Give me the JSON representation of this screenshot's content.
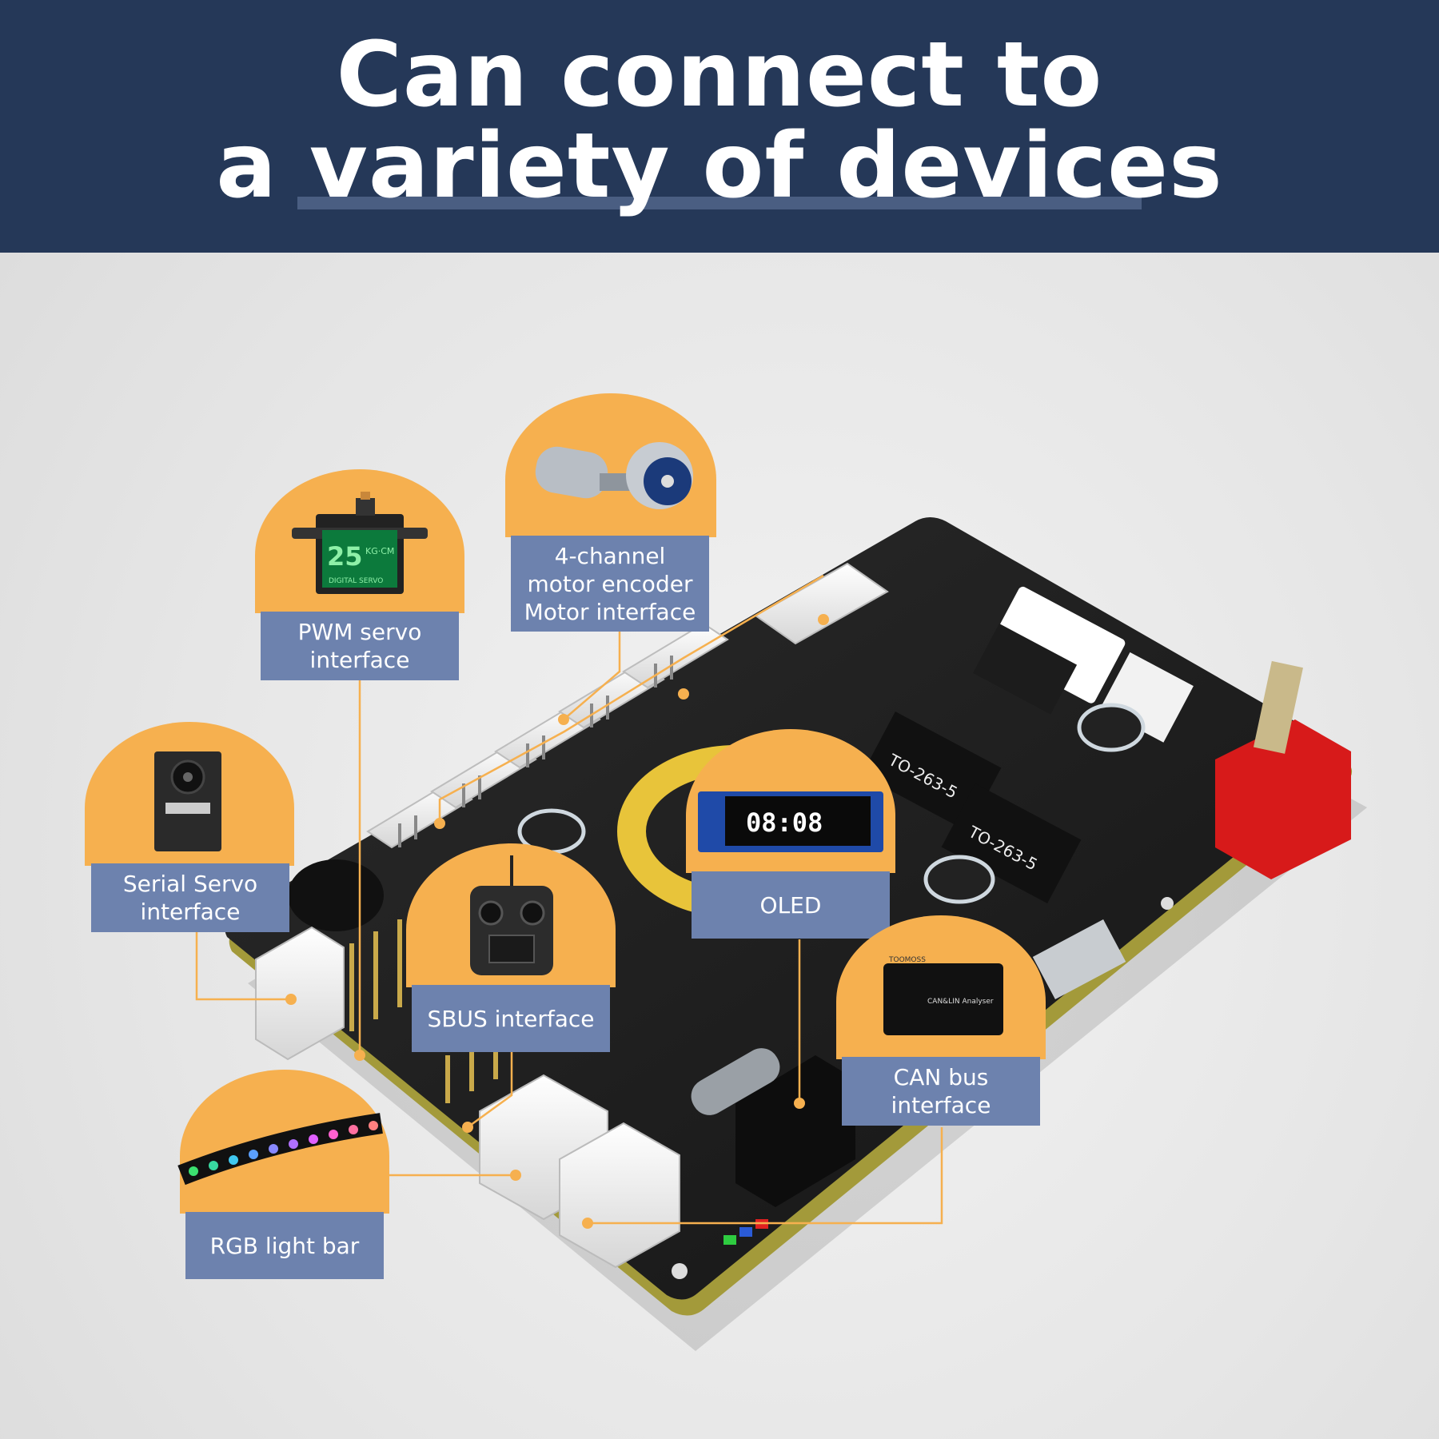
{
  "header": {
    "title_line1": "Can connect to",
    "title_line2": "a variety of devices",
    "background_color": "#253858"
  },
  "accent_color": "#f6b04f",
  "label_color": "#6d82ae",
  "board": {
    "chip_marking_1": "TO-263-5",
    "chip_marking_2": "TO-263-5",
    "oled_display_text": "08:08",
    "can_device_brand": "TOOMOSS",
    "can_device_label": "CAN&LIN  Analyser",
    "servo_torque_number": "25",
    "servo_torque_unit": "KG·CM",
    "servo_type_text": "DIGITAL SERVO"
  },
  "callouts": [
    {
      "id": "pwm",
      "label": "PWM servo\ninterface",
      "icon": "pwm-servo-icon"
    },
    {
      "id": "motor",
      "label": "4-channel\nmotor encoder\nMotor interface",
      "icon": "encoder-motor-icon"
    },
    {
      "id": "serial",
      "label": "Serial Servo\ninterface",
      "icon": "serial-servo-icon"
    },
    {
      "id": "sbus",
      "label": "SBUS interface",
      "icon": "rc-transmitter-icon"
    },
    {
      "id": "oled",
      "label": "OLED",
      "icon": "oled-display-icon"
    },
    {
      "id": "can",
      "label": "CAN bus\ninterface",
      "icon": "can-analyser-icon"
    },
    {
      "id": "rgb",
      "label": "RGB light bar",
      "icon": "rgb-led-strip-icon"
    }
  ]
}
